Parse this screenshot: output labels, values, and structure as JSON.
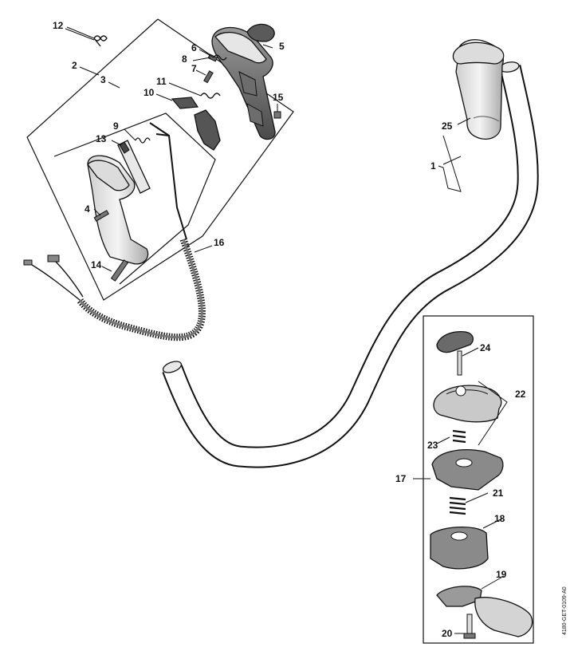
{
  "diagram": {
    "document_code": "4180-GET-0109-A0",
    "callouts": [
      {
        "id": "1",
        "label": "1"
      },
      {
        "id": "2",
        "label": "2"
      },
      {
        "id": "3",
        "label": "3"
      },
      {
        "id": "4",
        "label": "4"
      },
      {
        "id": "5",
        "label": "5"
      },
      {
        "id": "6",
        "label": "6"
      },
      {
        "id": "7",
        "label": "7"
      },
      {
        "id": "8",
        "label": "8"
      },
      {
        "id": "9",
        "label": "9"
      },
      {
        "id": "10",
        "label": "10"
      },
      {
        "id": "11",
        "label": "11"
      },
      {
        "id": "12",
        "label": "12"
      },
      {
        "id": "13",
        "label": "13"
      },
      {
        "id": "14",
        "label": "14"
      },
      {
        "id": "15",
        "label": "15"
      },
      {
        "id": "16",
        "label": "16"
      },
      {
        "id": "17",
        "label": "17"
      },
      {
        "id": "18",
        "label": "18"
      },
      {
        "id": "19",
        "label": "19"
      },
      {
        "id": "20",
        "label": "20"
      },
      {
        "id": "21",
        "label": "21"
      },
      {
        "id": "22",
        "label": "22"
      },
      {
        "id": "23",
        "label": "23"
      },
      {
        "id": "24",
        "label": "24"
      },
      {
        "id": "25",
        "label": "25"
      }
    ]
  }
}
